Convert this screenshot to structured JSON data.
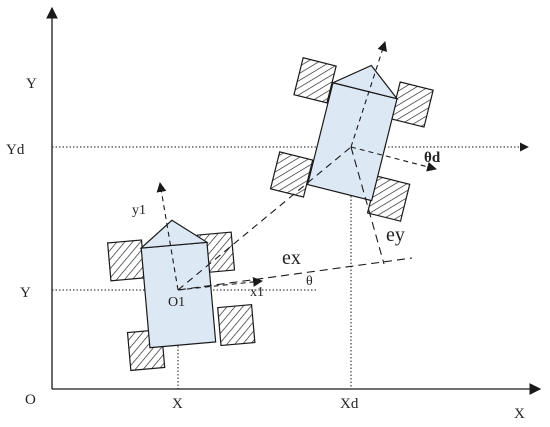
{
  "labels": {
    "y_axis": "Y",
    "x_axis": "X",
    "origin": "O",
    "yd": "Yd",
    "y_level": "Y",
    "x_tick": "X",
    "xd_tick": "Xd",
    "theta_d": "θd",
    "theta": "θ",
    "e_x": "ex",
    "e_y": "ey",
    "o1": "O1",
    "x1": "x1",
    "y1": "y1"
  },
  "colors": {
    "line": "#1a1a1a",
    "body_fill": "#dde8f5",
    "wheel_fill": "#ffffff",
    "background": "#ffffff"
  }
}
